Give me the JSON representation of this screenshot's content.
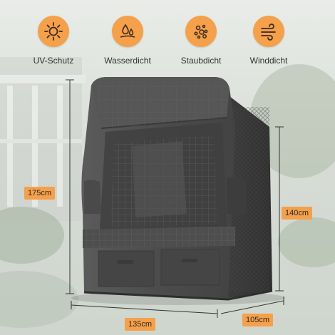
{
  "features": [
    {
      "label": "UV-Schutz",
      "icon": "sun-icon"
    },
    {
      "label": "Wasserdicht",
      "icon": "water-drops-icon"
    },
    {
      "label": "Staubdicht",
      "icon": "dust-particles-icon"
    },
    {
      "label": "Winddicht",
      "icon": "wind-icon"
    }
  ],
  "dimensions": {
    "height": "175cm",
    "width": "135cm",
    "depth_side": "140cm",
    "depth_bottom": "105cm"
  },
  "colors": {
    "accent": "#f5a04a",
    "cover": "#4f4f4f"
  }
}
